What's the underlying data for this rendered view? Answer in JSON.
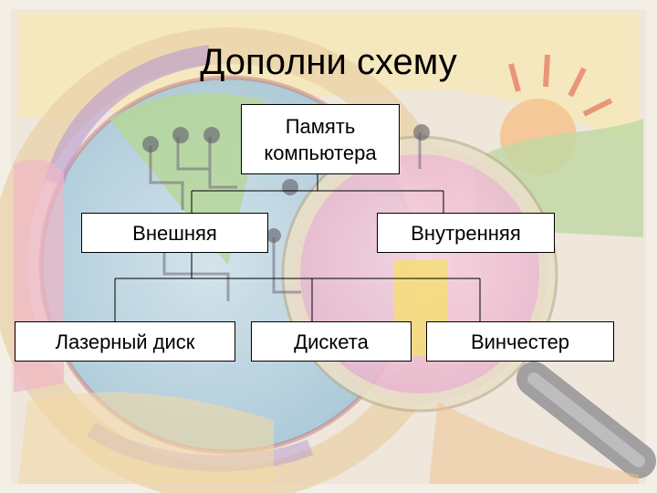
{
  "slide": {
    "title": "Дополни схему"
  },
  "diagram": {
    "root": {
      "line1": "Память",
      "line2": "компьютера"
    },
    "level2": {
      "external": "Внешняя",
      "internal": "Внутренняя"
    },
    "level3": {
      "laser_disc": "Лазерный диск",
      "floppy": "Дискета",
      "hard_drive": "Винчестер"
    }
  }
}
